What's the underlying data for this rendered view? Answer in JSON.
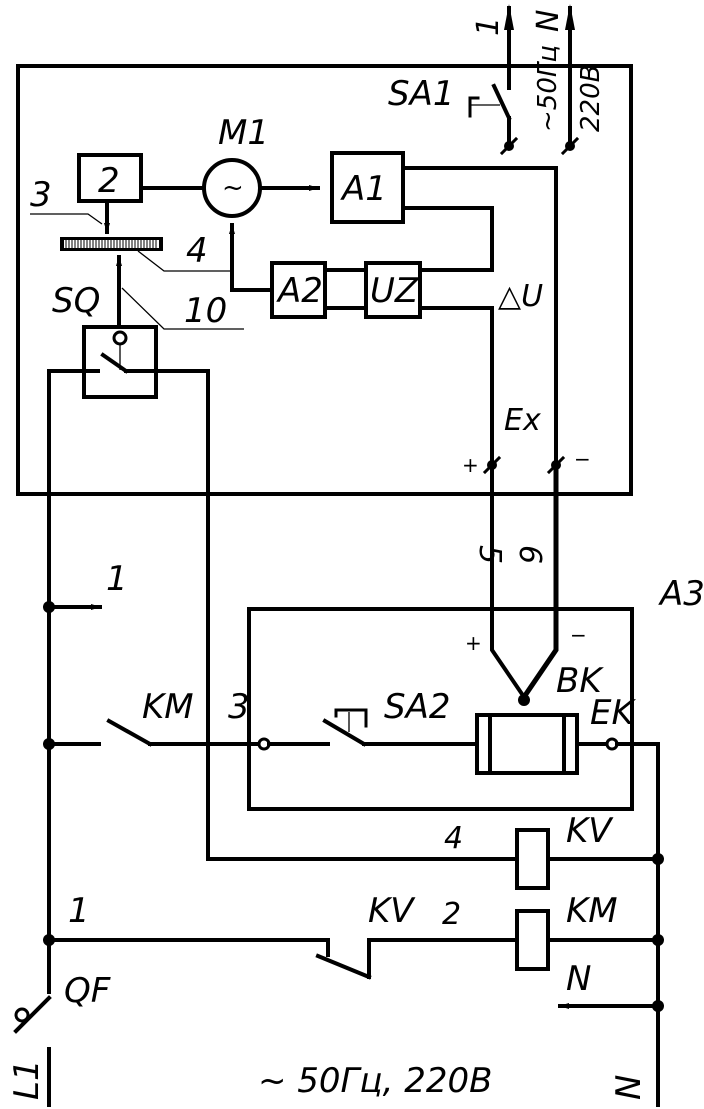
{
  "diagram": {
    "type": "electrical-schematic",
    "supply": {
      "phase_label": "L1",
      "neutral_label": "N",
      "bottom_caption": "~ 50Гц, 220В",
      "top_out_phase_label": "1",
      "top_out_neutral_label": "N",
      "top_freq_label": "~50Гц",
      "top_voltage_label": "220В"
    },
    "upper_unit": {
      "switch_label": "SA1",
      "motor_label": "M1",
      "motor_symbol": "~",
      "block_2_label": "2",
      "leader_3": "3",
      "leader_4": "4",
      "leader_10": "10",
      "limit_switch_label": "SQ",
      "amp1_label": "A1",
      "amp2_label": "A2",
      "converter_label": "UZ",
      "delta_u_label": "△U",
      "ex_label": "Ex",
      "plus": "+",
      "minus": "−"
    },
    "thermo_unit": {
      "unit_label": "A3",
      "wire_5": "5",
      "wire_6": "6",
      "plus": "+",
      "minus": "−",
      "thermocouple_label": "BK",
      "heater_label": "EK",
      "switch_label": "SA2",
      "node_3": "3"
    },
    "control": {
      "node_1_arrow": "1",
      "contactor_contact_label": "KM",
      "wire_4": "4",
      "relay_coil_label": "KV",
      "node_1": "1",
      "relay_contact_label": "KV",
      "wire_2": "2",
      "contactor_coil_label": "KM",
      "neutral_arrow_label": "N",
      "breaker_label": "QF"
    }
  }
}
